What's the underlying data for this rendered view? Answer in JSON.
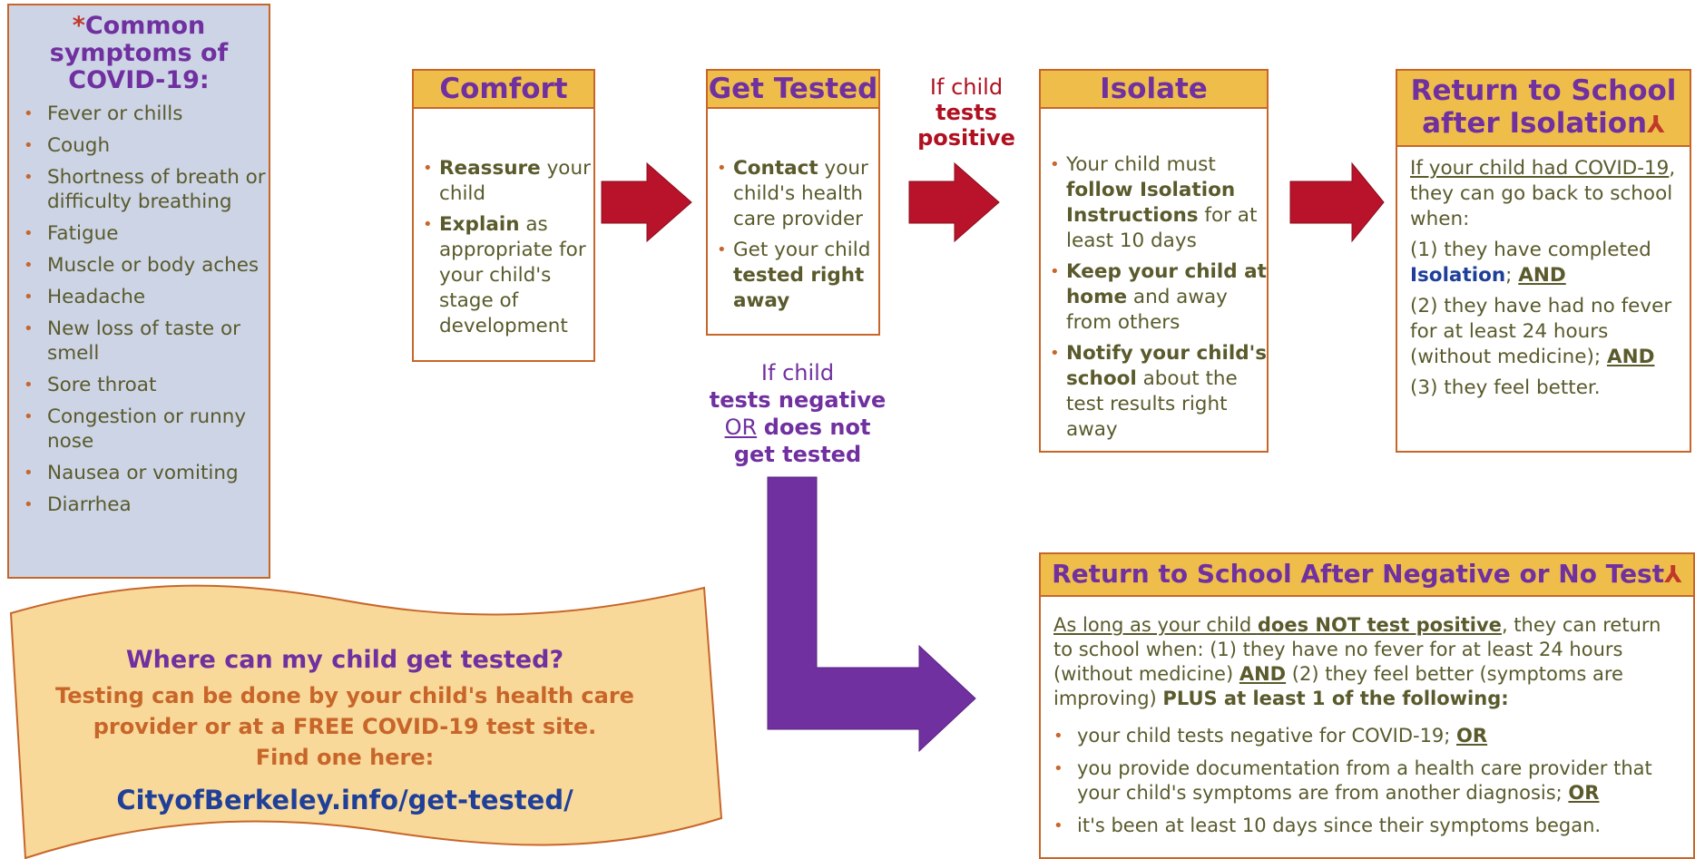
{
  "symptoms": {
    "star": "*",
    "title": "Common symptoms of COVID-19:",
    "items": [
      "Fever or chills",
      "Cough",
      "Shortness of breath or difficulty breathing",
      "Fatigue",
      "Muscle or body aches",
      "Headache",
      "New loss of taste or smell",
      "Sore throat",
      "Congestion or runny nose",
      "Nausea or vomiting",
      "Diarrhea"
    ]
  },
  "comfort": {
    "title": "Comfort",
    "b1_bold": "Reassure",
    "b1_text": " your child",
    "b2_bold": "Explain",
    "b2_text": " as appropriate for your child's stage of development"
  },
  "tested": {
    "title": "Get Tested",
    "b1_bold": "Contact",
    "b1_text": " your child's health care provider",
    "b2_text": "Get your child ",
    "b2_bold": "tested right away"
  },
  "positive_label": {
    "pre": "If child",
    "bold": "tests positive"
  },
  "negative_label": {
    "pre": "If child",
    "bold1": "tests negative",
    "or": "OR",
    "bold2": "does not get tested"
  },
  "isolate": {
    "title": "Isolate",
    "b1_pre": "Your child must ",
    "b1_bold1": "follow ",
    "b1_link": "Isolation Instructions",
    "b1_post": " for at least 10 days",
    "b2_bold": "Keep your child at home",
    "b2_text": " and away from others",
    "b3_bold": "Notify your child's school",
    "b3_text": " about the test results right away"
  },
  "return_isolation": {
    "title": "Return to School after Isolation",
    "intro_u": "If your child had COVID-19",
    "intro": ", they can go back to school when:",
    "c1": "(1) they have completed ",
    "c1_link": "Isolation",
    "c1_sep": "; ",
    "and": "AND",
    "c2": "(2) they have had no fever for at least 24 hours (without medicine); ",
    "c3": "(3) they feel better."
  },
  "return_negative": {
    "title": "Return to School After Negative or No Test",
    "p_u1": "As long as your child ",
    "p_ub": "does NOT test positive",
    "p_a": ", they can return to school when: (1) they have no fever for at least 24 hours (without medicine) ",
    "and": "AND",
    "p_b": " (2) they feel better (symptoms are improving) ",
    "p_bold": "PLUS at least 1 of the following:",
    "i1": "your child tests negative for COVID-19; ",
    "or": "OR",
    "i2": "you provide documentation from a health care provider that your child's symptoms are from another diagnosis; ",
    "i3": "it's been at least 10 days since their symptoms began."
  },
  "testing": {
    "question": "Where can my child get tested?",
    "text": "Testing can be done by your child's health care provider or at a FREE COVID-19 test site.",
    "find": "Find one here:",
    "link": "CityofBerkeley.info/get-tested/"
  },
  "colors": {
    "header_fill": "#efbe4a",
    "border": "#c8662a",
    "panel_fill": "#ccd4e6",
    "red_arrow": "#b8132a",
    "purple_arrow": "#7030a0",
    "scroll_fill": "#f8d99a"
  }
}
